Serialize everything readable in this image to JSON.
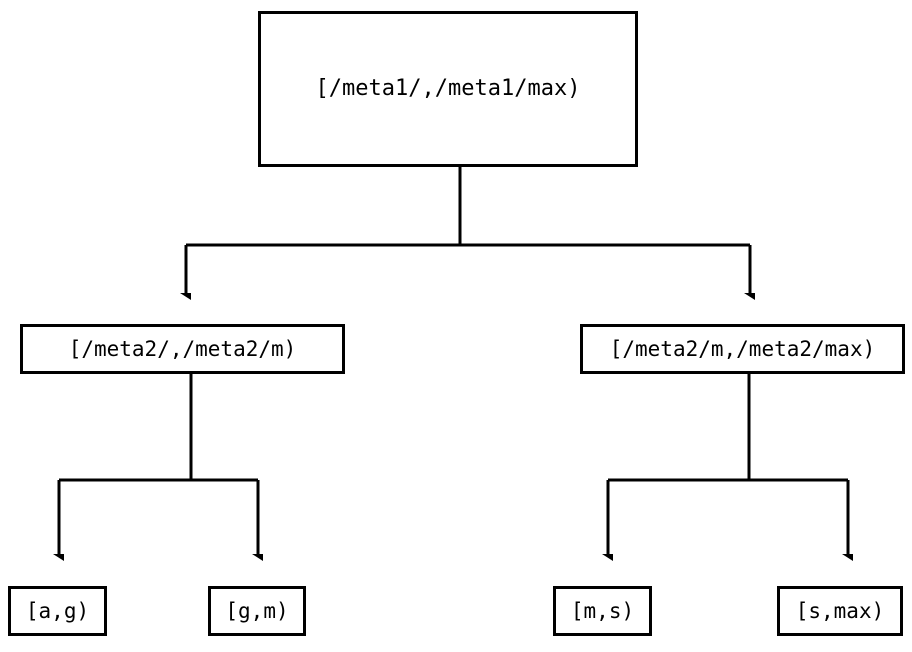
{
  "diagram": {
    "type": "tree",
    "title": "",
    "orientation": "top-down",
    "stroke_color": "#000000",
    "fill_color": "#ffffff",
    "background": "#ffffff",
    "nodes": {
      "root": {
        "label": "[/meta1/,/meta1/max)"
      },
      "meta2_low": {
        "label": "[/meta2/,/meta2/m)"
      },
      "meta2_high": {
        "label": "[/meta2/m,/meta2/max)"
      },
      "leaf_ag": {
        "label": "[a,g)"
      },
      "leaf_gm": {
        "label": "[g,m)"
      },
      "leaf_ms": {
        "label": "[m,s)"
      },
      "leaf_smax": {
        "label": "[s,max)"
      }
    },
    "edges": [
      {
        "from": "root",
        "to": "meta2_low",
        "arrow": "filled-triangle"
      },
      {
        "from": "root",
        "to": "meta2_high",
        "arrow": "filled-triangle"
      },
      {
        "from": "meta2_low",
        "to": "leaf_ag",
        "arrow": "filled-triangle"
      },
      {
        "from": "meta2_low",
        "to": "leaf_gm",
        "arrow": "filled-triangle"
      },
      {
        "from": "meta2_high",
        "to": "leaf_ms",
        "arrow": "filled-triangle"
      },
      {
        "from": "meta2_high",
        "to": "leaf_smax",
        "arrow": "filled-triangle"
      }
    ]
  }
}
